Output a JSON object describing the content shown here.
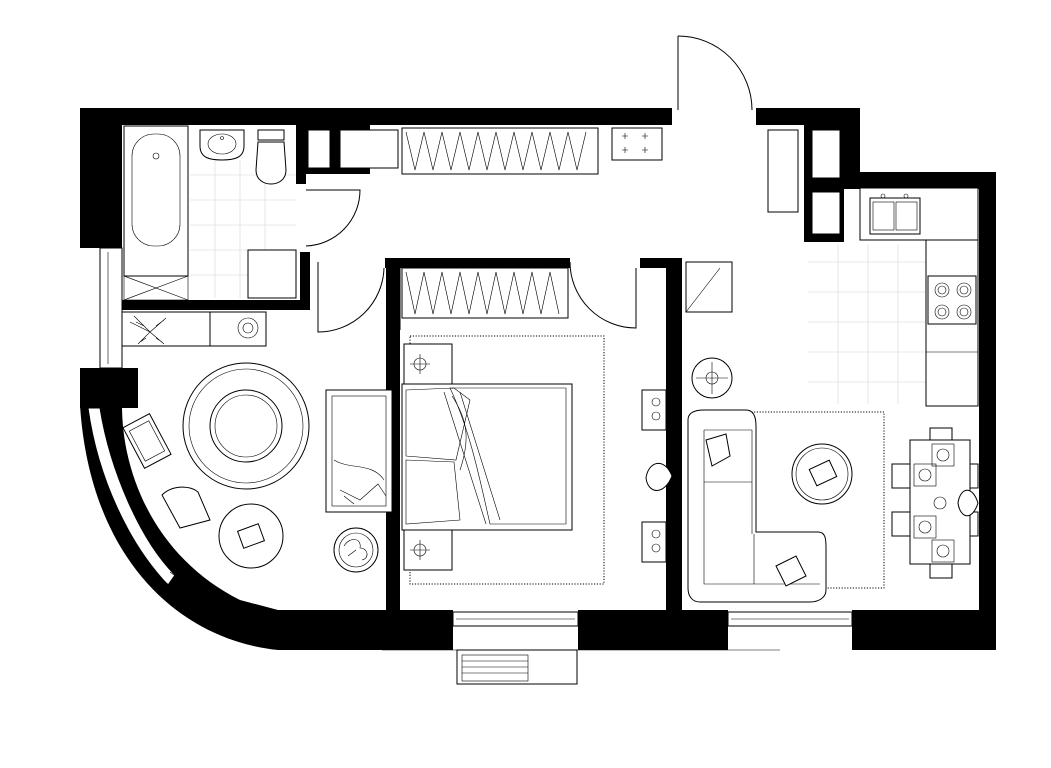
{
  "plan": {
    "colors": {
      "wall": "#000000",
      "line": "#000000",
      "tile": "#d6d6d6",
      "background": "#ffffff"
    },
    "rooms": [
      {
        "name": "bathroom",
        "fixtures": [
          "bathtub",
          "sink",
          "toilet",
          "washing-machine"
        ]
      },
      {
        "name": "hallway",
        "fixtures": [
          "wardrobe",
          "entrance-door"
        ]
      },
      {
        "name": "living-room",
        "fixtures": [
          "round-rug",
          "armchair",
          "chair",
          "side-table",
          "daybed",
          "plant"
        ]
      },
      {
        "name": "bedroom",
        "fixtures": [
          "double-bed",
          "nightstands",
          "wardrobe",
          "rug"
        ]
      },
      {
        "name": "kitchen",
        "fixtures": [
          "sink",
          "cooktop",
          "counter"
        ]
      },
      {
        "name": "lounge",
        "fixtures": [
          "sofa",
          "coffee-table",
          "dining-table",
          "chairs",
          "tv-console",
          "floor-lamp"
        ]
      },
      {
        "name": "balcony",
        "fixtures": [
          "balcony-box"
        ]
      }
    ]
  }
}
